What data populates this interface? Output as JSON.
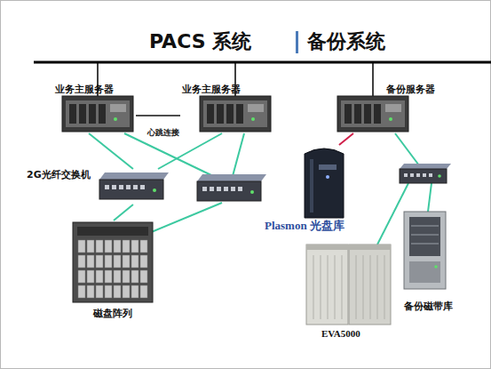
{
  "diagram": {
    "title": "PACS 系统",
    "nodes": [
      {
        "text": [
          "业务主服务器"
        ]
      },
      {
        "text": [
          "业务主服务器"
        ]
      },
      {
        "text": [
          "备份服务器"
        ]
      },
      {
        "text": [
          "2G光纤交换机"
        ]
      },
      {
        "text": [
          "磁盘阵列"
        ]
      },
      {
        "text": [
          "Plasmon 光盘库"
        ]
      },
      {
        "text": [
          "EVA5000"
        ]
      },
      {
        "text": [
          "备份磁带库"
        ]
      }
    ],
    "edges": [
      {
        "from": 0,
        "to": 1,
        "arrow": "none",
        "label": "心跳连接"
      },
      {
        "from": 0,
        "to": 3,
        "arrow": "none"
      },
      {
        "from": 1,
        "to": 3,
        "arrow": "none"
      },
      {
        "from": 3,
        "to": 4,
        "arrow": "none"
      },
      {
        "from": 2,
        "to": 5,
        "arrow": "none"
      }
    ],
    "labels": [
      "备份系统"
    ]
  }
}
